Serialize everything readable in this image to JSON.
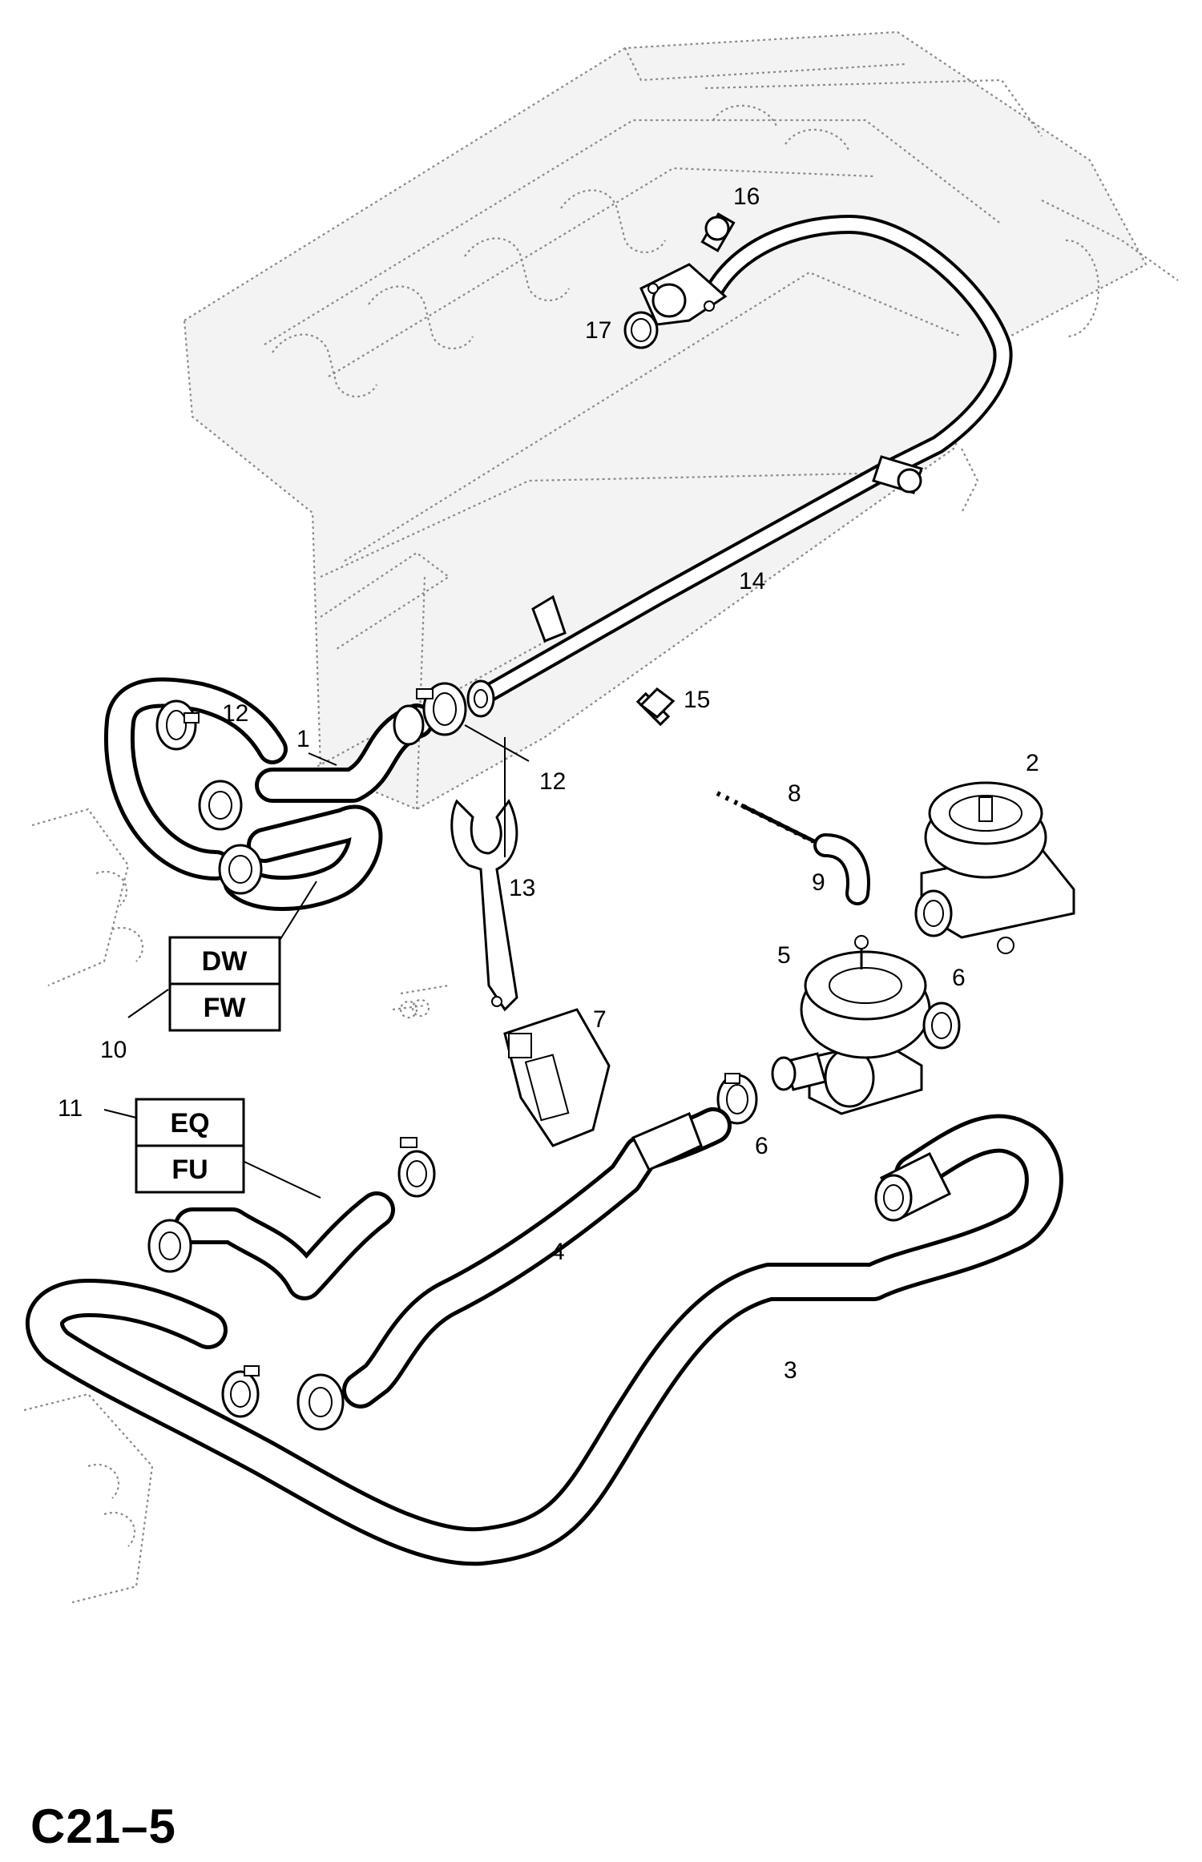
{
  "callouts": {
    "c1": "1",
    "c2": "2",
    "c3": "3",
    "c4": "4",
    "c5": "5",
    "c6a": "6",
    "c6b": "6",
    "c7": "7",
    "c8": "8",
    "c9": "9",
    "c10": "10",
    "c11": "11",
    "c12a": "12",
    "c12b": "12",
    "c13": "13",
    "c14": "14",
    "c15": "15",
    "c16": "16",
    "c17": "17"
  },
  "code_boxes": {
    "group_10": {
      "top": "DW",
      "bottom": "FW"
    },
    "group_11": {
      "top": "EQ",
      "bottom": "FU"
    }
  },
  "figure_ref": "C21–5",
  "colors": {
    "line": "#000000",
    "ghost_engine": "#8a8a8a",
    "background": "#ffffff"
  }
}
